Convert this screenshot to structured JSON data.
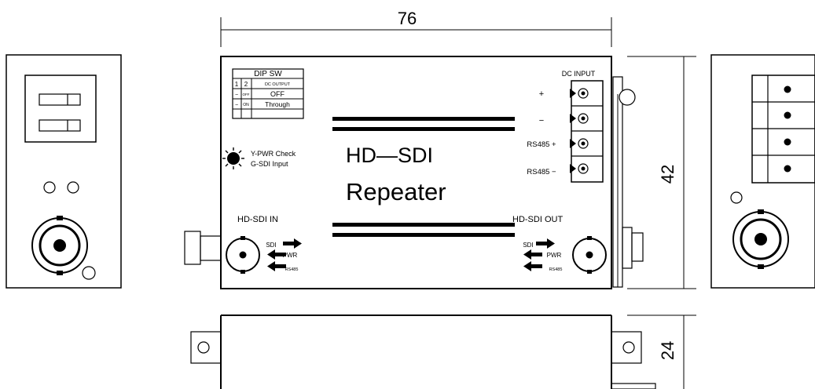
{
  "dimensions": {
    "width": "76",
    "height": "42",
    "depth": "24"
  },
  "dip_switch": {
    "title": "DIP SW",
    "col1": "1",
    "col2": "2",
    "col3": "DC OUTPUT",
    "row1_c1": "−",
    "row1_c2": "OFF",
    "row1_state": "OFF",
    "row2_c1": "−",
    "row2_c2": "ON",
    "row2_state": "Through"
  },
  "led": {
    "line1": "Y-PWR Check",
    "line2": "G-SDI Input"
  },
  "product": {
    "line1": "HD—SDI",
    "line2": "Repeater"
  },
  "dc_input": {
    "title": "DC INPUT",
    "plus": "+",
    "minus": "−",
    "rs485_plus": "RS485 +",
    "rs485_minus": "RS485 −"
  },
  "port_in": {
    "label": "HD-SDI IN",
    "sdi": "SDI",
    "pwr": "PWR",
    "rs485": "RS485"
  },
  "port_out": {
    "label": "HD-SDI OUT",
    "sdi": "SDI",
    "pwr": "PWR",
    "rs485": "RS485"
  }
}
